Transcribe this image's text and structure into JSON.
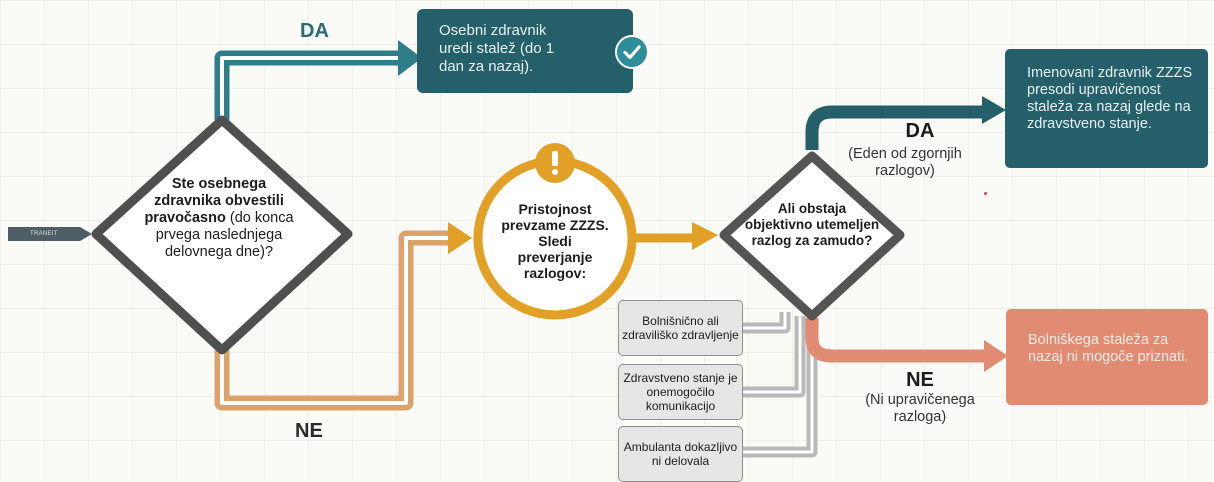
{
  "start": {
    "label": "TRANEIT"
  },
  "decision1": {
    "text_bold": "Ste osebnega zdravnika obvestili pravočasno",
    "text_rest": " (do konca prvega naslednjega delovnega dne)?"
  },
  "branch_yes_top": {
    "label": "DA",
    "outcome": "Osebni zdravnik uredi stalež (do 1 dan za nazaj).",
    "icon": "check-icon"
  },
  "branch_no_bottom": {
    "label": "NE"
  },
  "circle": {
    "icon": "exclamation-icon",
    "text": "Pristojnost prevzame ZZZS. Sledi preverjanje razlogov:"
  },
  "decision2": {
    "text": "Ali obstaja objektivno utemeljen razlog za zamudo?"
  },
  "branch_yes_right": {
    "label": "DA",
    "note": "(Eden od zgornjih razlogov)",
    "outcome": "Imenovani zdravnik ZZZS presodi upravičenost staleža za nazaj glede na zdravstveno stanje."
  },
  "branch_no_right": {
    "label": "NE",
    "note": "(Ni upravičenega razloga)",
    "outcome": "Bolniškega staleža za nazaj ni mogoče priznati."
  },
  "reasons": [
    "Bolnišnično ali zdraviliško zdravljenje",
    "Zdravstveno stanje je onemogočilo komunikacijo",
    "Ambulanta dokazljivo ni delovala"
  ],
  "colors": {
    "teal": "#255f69",
    "orange": "#e2a126",
    "coral": "#e08b72",
    "gray_dark": "#545454"
  }
}
